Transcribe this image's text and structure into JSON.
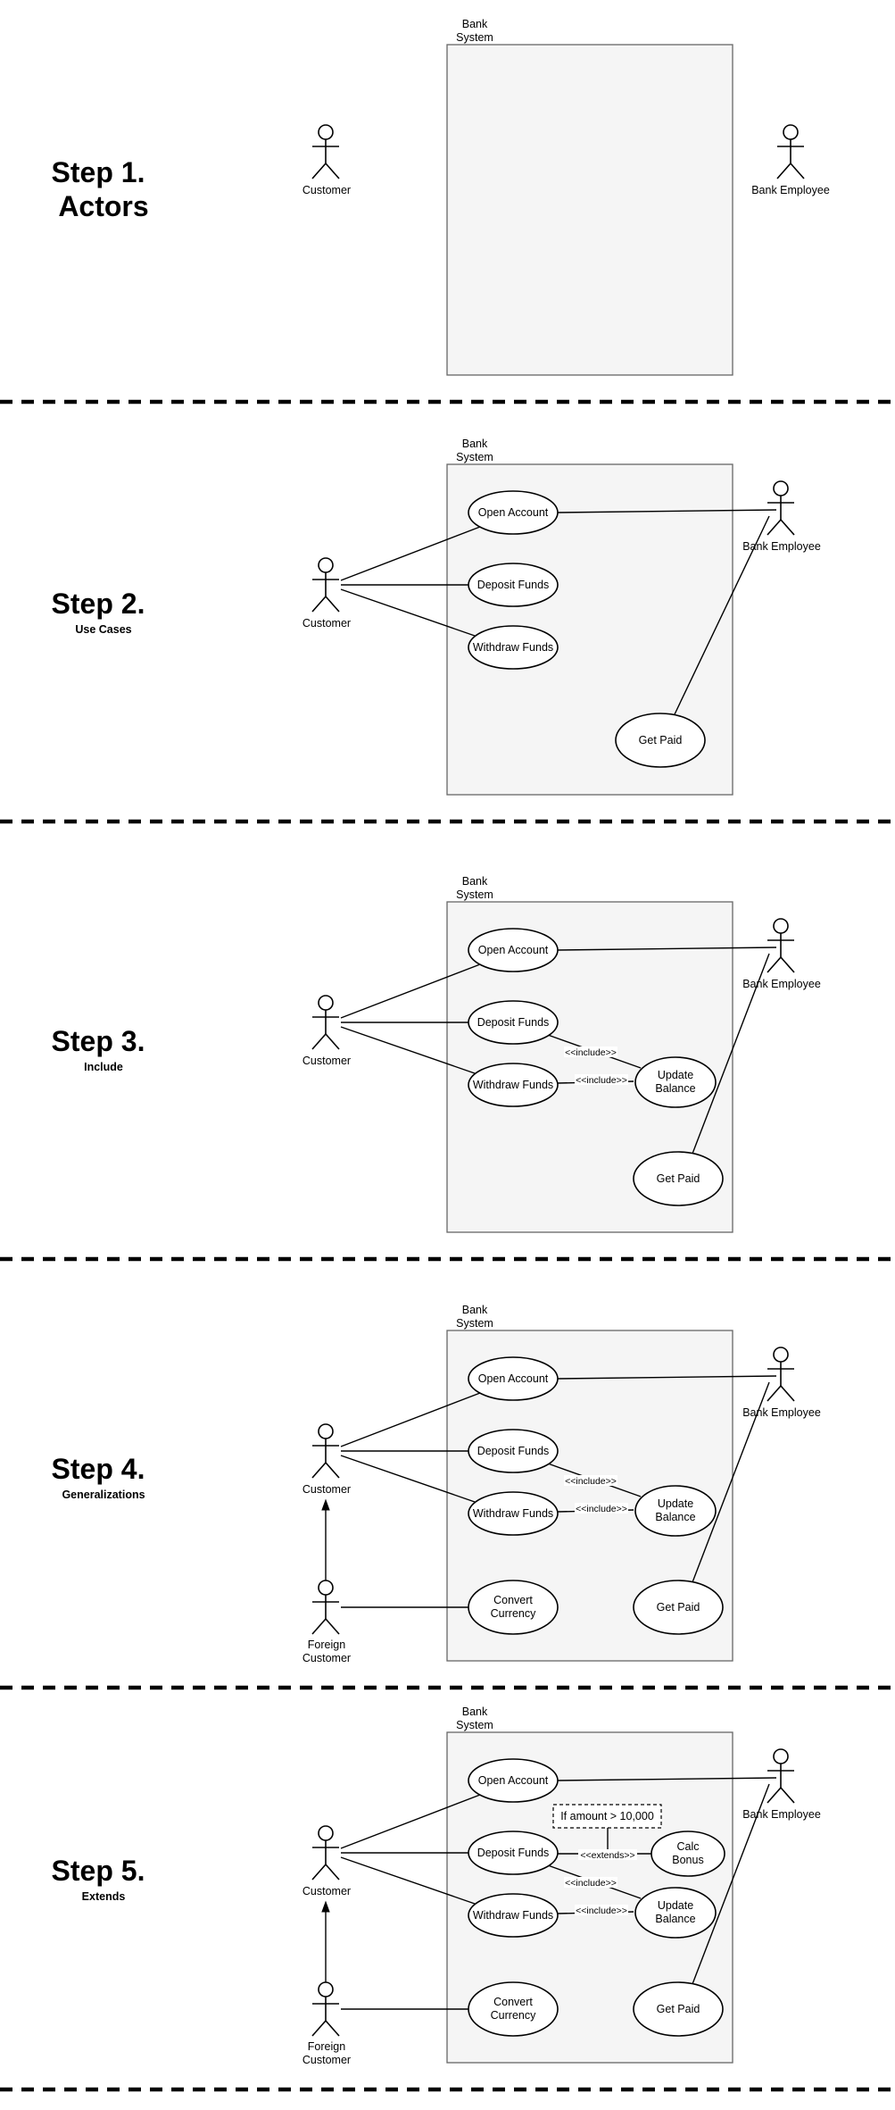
{
  "system_label": [
    "Bank",
    "System"
  ],
  "actors": {
    "customer": "Customer",
    "employee": "Bank Employee",
    "foreign": [
      "Foreign",
      "Customer"
    ]
  },
  "use_cases": {
    "open_account": "Open Account",
    "deposit_funds": "Deposit Funds",
    "withdraw_funds": "Withdraw Funds",
    "get_paid": "Get Paid",
    "update_balance": [
      "Update",
      "Balance"
    ],
    "convert_currency": [
      "Convert",
      "Currency"
    ],
    "calc_bonus": [
      "Calc",
      "Bonus"
    ]
  },
  "relations": {
    "include": "<<include>>",
    "extends": "<<extends>>",
    "condition": "If amount > 10,000"
  },
  "steps": [
    {
      "title": [
        "Step 1.",
        "Actors"
      ],
      "subtitle": ""
    },
    {
      "title": [
        "Step 2."
      ],
      "subtitle": "Use Cases"
    },
    {
      "title": [
        "Step 3."
      ],
      "subtitle": "Include"
    },
    {
      "title": [
        "Step 4."
      ],
      "subtitle": "Generalizations"
    },
    {
      "title": [
        "Step 5."
      ],
      "subtitle": "Extends"
    }
  ]
}
